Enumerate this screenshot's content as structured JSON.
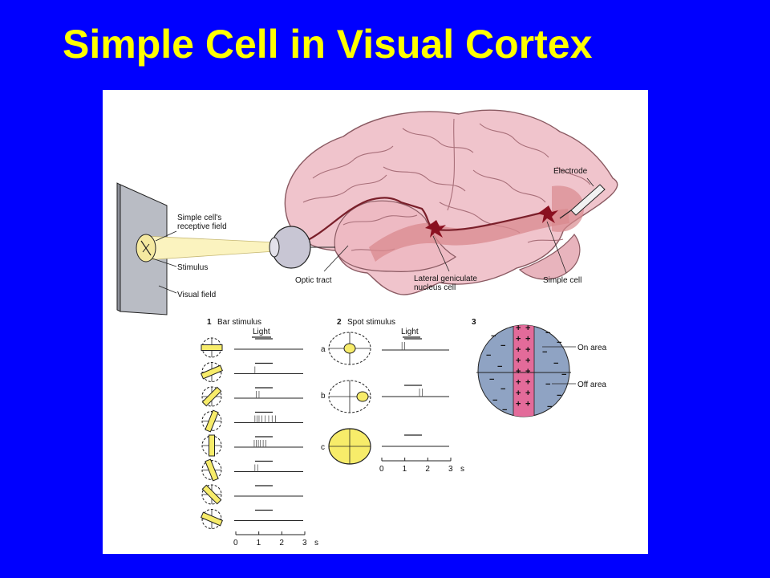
{
  "slide": {
    "title": "Simple Cell in Visual Cortex"
  },
  "labels": {
    "electrode": "Electrode",
    "receptive_field_1": "Simple cell's",
    "receptive_field_2": "receptive field",
    "stimulus": "Stimulus",
    "visual_field": "Visual field",
    "optic_tract": "Optic tract",
    "lgn_1": "Lateral geniculate",
    "lgn_2": "nucleus cell",
    "simple_cell": "Simple cell"
  },
  "panel1": {
    "number": "1",
    "title": "Bar stimulus",
    "light": "Light",
    "ticks": [
      "0",
      "1",
      "2",
      "3",
      "s"
    ],
    "rows": [
      {
        "angle": 90,
        "spikes": []
      },
      {
        "angle": 67,
        "spikes": [
          0.3
        ]
      },
      {
        "angle": 45,
        "spikes": [
          0.32,
          0.36
        ]
      },
      {
        "angle": 22,
        "spikes": [
          0.3,
          0.33,
          0.36,
          0.4,
          0.45,
          0.5,
          0.55,
          0.6
        ]
      },
      {
        "angle": 0,
        "spikes": [
          0.29,
          0.32,
          0.35,
          0.38,
          0.42,
          0.46
        ]
      },
      {
        "angle": -22,
        "spikes": [
          0.3,
          0.34
        ]
      },
      {
        "angle": -45,
        "spikes": []
      },
      {
        "angle": -67,
        "spikes": []
      }
    ]
  },
  "panel2": {
    "number": "2",
    "title": "Spot stimulus",
    "light": "Light",
    "ticks": [
      "0",
      "1",
      "2",
      "3",
      "s"
    ],
    "rows": [
      {
        "label": "a",
        "spikes": [
          0.3,
          0.34
        ]
      },
      {
        "label": "b",
        "spikes": [
          0.56,
          0.6
        ]
      },
      {
        "label": "c",
        "spikes": []
      }
    ]
  },
  "panel3": {
    "number": "3",
    "on_area": "On area",
    "off_area": "Off area",
    "plus": "+",
    "minus": "−"
  },
  "colors": {
    "background": "#0000ff",
    "title": "#ffff00",
    "brain": "#f0c4cc",
    "brain_outline": "#8a5a62",
    "pathway": "#d98a8f",
    "stimulus_yellow": "#f7ec6a",
    "off_area_blue": "#8fa3c3",
    "on_area_pink": "#e36b9a"
  }
}
